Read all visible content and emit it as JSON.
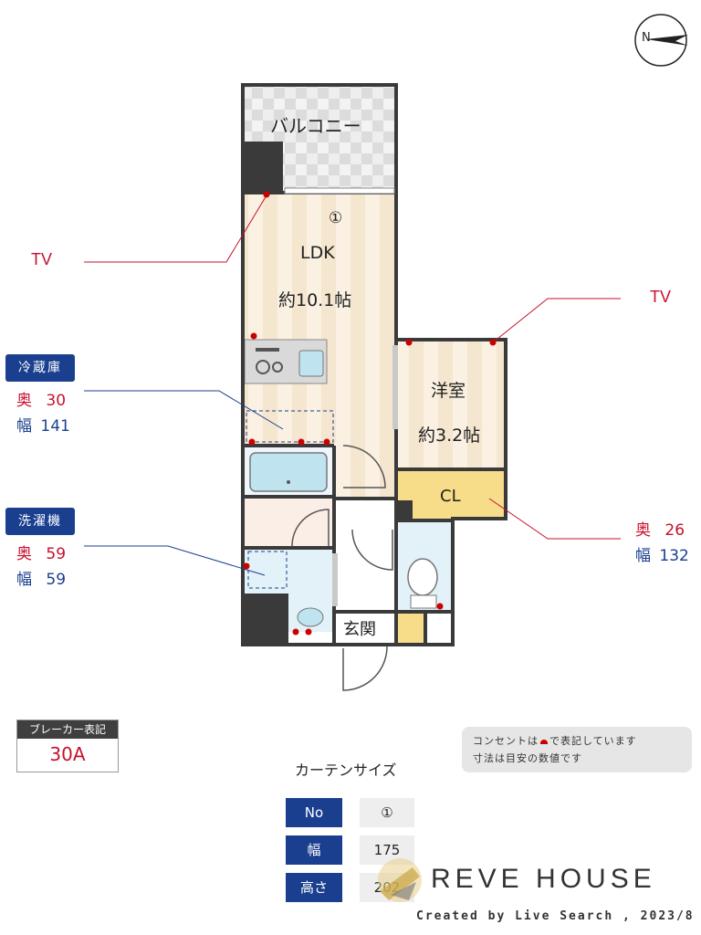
{
  "compass": {
    "label": "N"
  },
  "rooms": {
    "balcony": "バルコニー",
    "ldk_marker": "①",
    "ldk_name": "LDK",
    "ldk_area": "約10.1帖",
    "western_name": "洋室",
    "western_area": "約3.2帖",
    "closet": "CL",
    "entrance": "玄関"
  },
  "tv_labels": {
    "left": "TV",
    "right": "TV"
  },
  "fridge": {
    "label": "冷蔵庫",
    "depth_label": "奥",
    "depth": "30",
    "width_label": "幅",
    "width": "141"
  },
  "washer": {
    "label": "洗濯機",
    "depth_label": "奥",
    "depth": "59",
    "width_label": "幅",
    "width": "59"
  },
  "closet_dims": {
    "depth_label": "奥",
    "depth": "26",
    "width_label": "幅",
    "width": "132"
  },
  "breaker": {
    "title": "ブレーカー表記",
    "value": "30A"
  },
  "note": {
    "line1": "コンセントは",
    "line1_after": "で表記しています",
    "line2": "寸法は目安の数値です"
  },
  "curtain": {
    "title": "カーテンサイズ",
    "rows": [
      {
        "header": "No",
        "value": "①"
      },
      {
        "header": "幅",
        "value": "175"
      },
      {
        "header": "高さ",
        "value": "202"
      }
    ]
  },
  "brand": {
    "name": "REVE HOUSE",
    "credit": "Created by Live Search , 2023/8"
  },
  "colors": {
    "outlet": "#cc0000",
    "label_blue": "#1a3f8f",
    "label_red": "#c8102e",
    "wall": "#3a3a3a"
  }
}
